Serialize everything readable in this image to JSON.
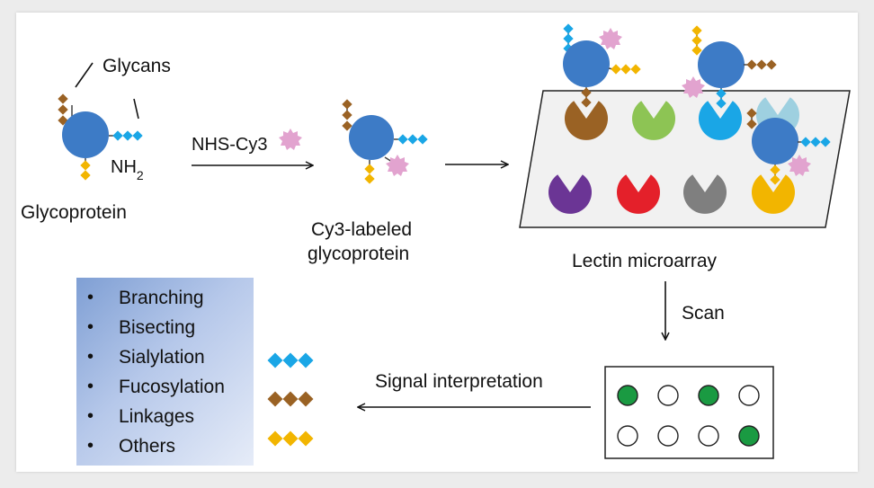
{
  "labels": {
    "glycans": "Glycans",
    "nh2_base": "NH",
    "nh2_sub": "2",
    "glycoprotein": "Glycoprotein",
    "reagent": "NHS-Cy3",
    "labeled_line1": "Cy3-labeled",
    "labeled_line2": "glycoprotein",
    "microarray": "Lectin microarray",
    "scan": "Scan",
    "signal": "Signal interpretation"
  },
  "glycan_features": [
    "Branching",
    "Bisecting",
    "Sialylation",
    "Fucosylation",
    "Linkages",
    "Others"
  ],
  "colors": {
    "protein": "#3d7bc6",
    "sialic": "#1aa6e6",
    "fucose": "#9a6224",
    "yellow": "#f2b500",
    "cy3": "#e2a3cf",
    "spot_on": "#1a9a42",
    "lectins": [
      "#9a6224",
      "#8dc454",
      "#1aa6e6",
      "#9ed0e0",
      "#6b3595",
      "#e4202a",
      "#7f7f7f",
      "#f2b500"
    ]
  },
  "scan_spots": [
    [
      true,
      false,
      true,
      false
    ],
    [
      false,
      false,
      false,
      true
    ]
  ]
}
